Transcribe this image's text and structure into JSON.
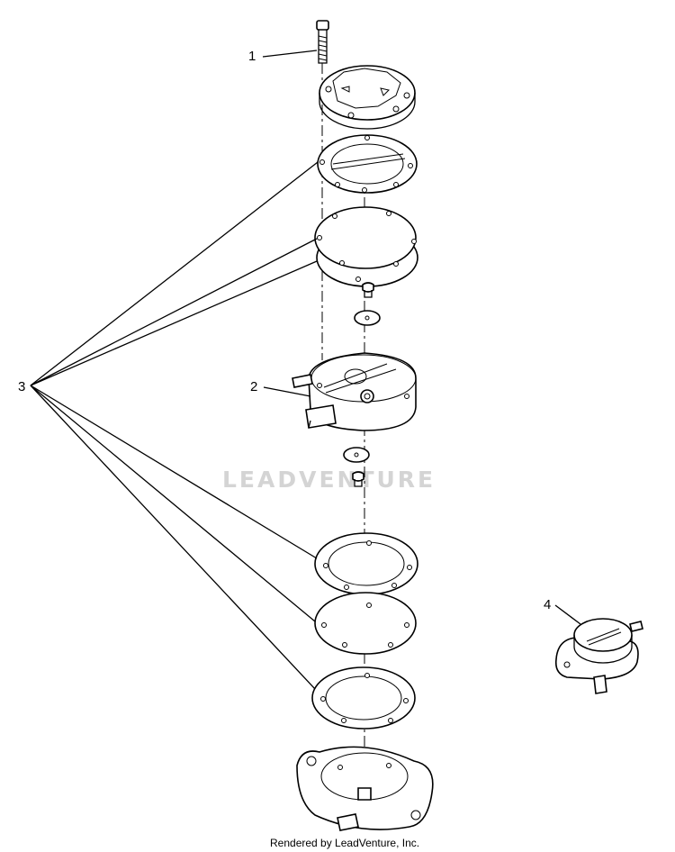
{
  "callouts": [
    {
      "id": "1",
      "label": "1"
    },
    {
      "id": "2",
      "label": "2"
    },
    {
      "id": "3",
      "label": "3"
    },
    {
      "id": "4",
      "label": "4"
    }
  ],
  "watermark": "LEADVENTURE",
  "credit": "Rendered by LeadVenture, Inc."
}
